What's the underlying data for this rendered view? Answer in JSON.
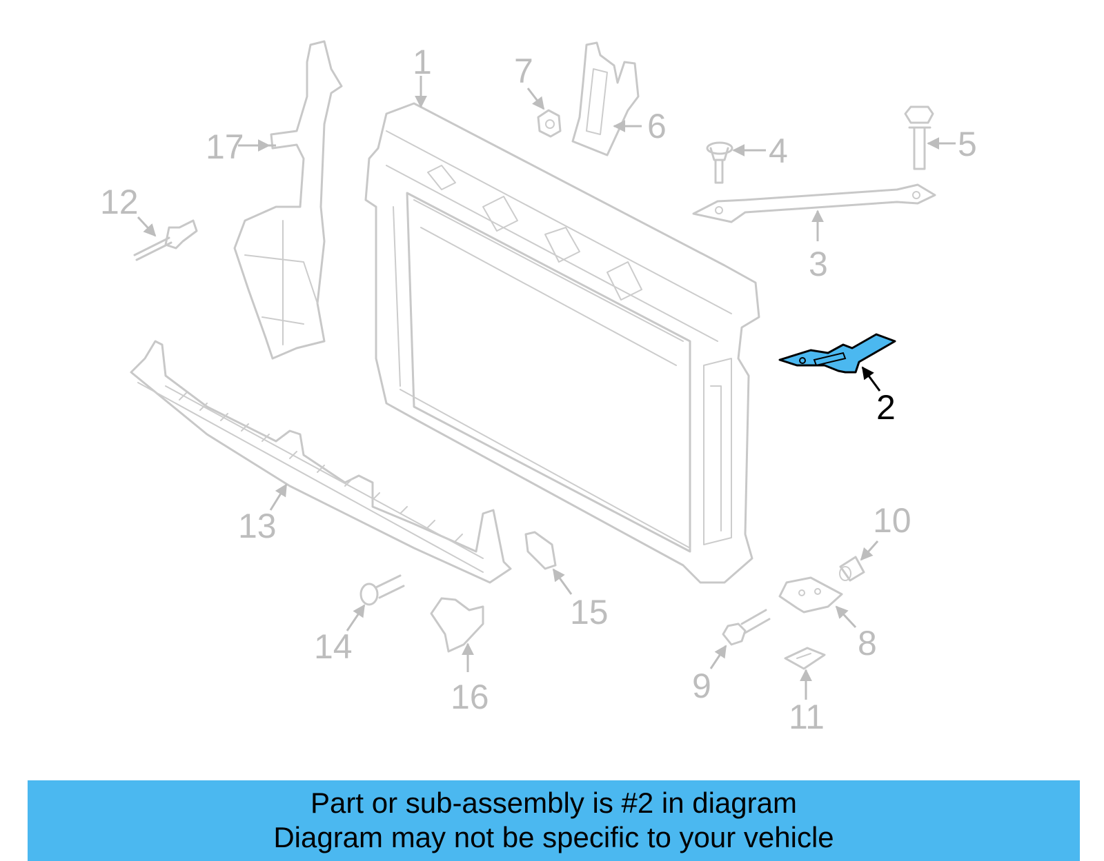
{
  "colors": {
    "highlight": "#4bb8f0",
    "part_lines": "#c8c8c8",
    "callout_gray": "#bdbdbd",
    "callout_active": "#000000",
    "banner_bg": "#4bb8f0"
  },
  "highlighted_part": "2",
  "callouts": {
    "p1": "1",
    "p2": "2",
    "p3": "3",
    "p4": "4",
    "p5": "5",
    "p6": "6",
    "p7": "7",
    "p8": "8",
    "p9": "9",
    "p10": "10",
    "p11": "11",
    "p12": "12",
    "p13": "13",
    "p14": "14",
    "p15": "15",
    "p16": "16",
    "p17": "17"
  },
  "banner": {
    "line1": "Part or sub-assembly is #2 in diagram",
    "line2": "Diagram may not be specific to your vehicle"
  }
}
